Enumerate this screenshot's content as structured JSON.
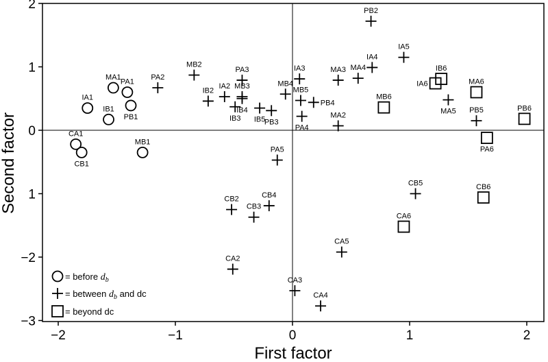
{
  "chart_data": {
    "type": "scatter",
    "xlabel": "First factor",
    "ylabel": "Second factor",
    "xlim": [
      -2.1,
      2.1
    ],
    "ylim": [
      -3.05,
      2.1
    ],
    "x_ticks": [
      -2,
      -1,
      0,
      1,
      2
    ],
    "x_tick_labels": [
      "−2",
      "−1",
      "0",
      "1",
      "2"
    ],
    "y_ticks": [
      2,
      1,
      0,
      -1,
      -2,
      -3
    ],
    "y_tick_labels": [
      "2",
      "1",
      "0",
      "1",
      "−2",
      "−3"
    ],
    "grid": false,
    "reference_lines": [
      {
        "axis": "x",
        "value": 0
      },
      {
        "axis": "y",
        "value": 0
      }
    ],
    "legend_position": "bottom-left",
    "legend": [
      {
        "marker": "circle",
        "text": "= before",
        "var": "d",
        "sub": "b",
        "tail": ""
      },
      {
        "marker": "plus",
        "text": "= between",
        "var": "d",
        "sub": "b",
        "tail": "and  dᴄ"
      },
      {
        "marker": "square",
        "text": "= beyond  dᴄ",
        "var": "",
        "sub": "",
        "tail": ""
      }
    ],
    "points": [
      {
        "label": "MA1",
        "x": -1.53,
        "y": 0.67,
        "marker": "circle",
        "pos": "above"
      },
      {
        "label": "PA1",
        "x": -1.41,
        "y": 0.6,
        "marker": "circle",
        "pos": "above"
      },
      {
        "label": "IA1",
        "x": -1.75,
        "y": 0.35,
        "marker": "circle",
        "pos": "above"
      },
      {
        "label": "PB1",
        "x": -1.38,
        "y": 0.39,
        "marker": "circle",
        "pos": "below"
      },
      {
        "label": "IB1",
        "x": -1.57,
        "y": 0.17,
        "marker": "circle",
        "pos": "above"
      },
      {
        "label": "CA1",
        "x": -1.85,
        "y": -0.22,
        "marker": "circle",
        "pos": "above"
      },
      {
        "label": "CB1",
        "x": -1.8,
        "y": -0.35,
        "marker": "circle",
        "pos": "below"
      },
      {
        "label": "MB1",
        "x": -1.28,
        "y": -0.35,
        "marker": "circle",
        "pos": "above"
      },
      {
        "label": "PA2",
        "x": -1.15,
        "y": 0.67,
        "marker": "plus",
        "pos": "above"
      },
      {
        "label": "MB2",
        "x": -0.84,
        "y": 0.87,
        "marker": "plus",
        "pos": "above"
      },
      {
        "label": "IB2",
        "x": -0.72,
        "y": 0.46,
        "marker": "plus",
        "pos": "above"
      },
      {
        "label": "IA2",
        "x": -0.58,
        "y": 0.53,
        "marker": "plus",
        "pos": "above"
      },
      {
        "label": "PA3",
        "x": -0.43,
        "y": 0.79,
        "marker": "plus",
        "pos": "above"
      },
      {
        "label": "MB3",
        "x": -0.43,
        "y": 0.53,
        "marker": "plus",
        "pos": "above"
      },
      {
        "label": "IB4",
        "x": -0.43,
        "y": 0.5,
        "marker": "plus",
        "pos": "below"
      },
      {
        "label": "IB3",
        "x": -0.49,
        "y": 0.37,
        "marker": "plus",
        "pos": "below"
      },
      {
        "label": "IB5",
        "x": -0.28,
        "y": 0.35,
        "marker": "plus",
        "pos": "below"
      },
      {
        "label": "PB3",
        "x": -0.18,
        "y": 0.31,
        "marker": "plus",
        "pos": "below"
      },
      {
        "label": "MB4",
        "x": -0.06,
        "y": 0.57,
        "marker": "plus",
        "pos": "above"
      },
      {
        "label": "IA3",
        "x": 0.06,
        "y": 0.81,
        "marker": "plus",
        "pos": "above"
      },
      {
        "label": "MB5",
        "x": 0.07,
        "y": 0.47,
        "marker": "plus",
        "pos": "above"
      },
      {
        "label": "PB4",
        "x": 0.18,
        "y": 0.44,
        "marker": "plus",
        "pos": "right"
      },
      {
        "label": "PA4",
        "x": 0.08,
        "y": 0.22,
        "marker": "plus",
        "pos": "below"
      },
      {
        "label": "MA3",
        "x": 0.39,
        "y": 0.79,
        "marker": "plus",
        "pos": "above"
      },
      {
        "label": "MA2",
        "x": 0.39,
        "y": 0.07,
        "marker": "plus",
        "pos": "above"
      },
      {
        "label": "MA4",
        "x": 0.56,
        "y": 0.82,
        "marker": "plus",
        "pos": "above"
      },
      {
        "label": "IA4",
        "x": 0.68,
        "y": 0.99,
        "marker": "plus",
        "pos": "above"
      },
      {
        "label": "PB2",
        "x": 0.67,
        "y": 1.72,
        "marker": "plus",
        "pos": "above"
      },
      {
        "label": "IA5",
        "x": 0.95,
        "y": 1.15,
        "marker": "plus",
        "pos": "above"
      },
      {
        "label": "MA5",
        "x": 1.33,
        "y": 0.48,
        "marker": "plus",
        "pos": "below"
      },
      {
        "label": "PB5",
        "x": 1.57,
        "y": 0.15,
        "marker": "plus",
        "pos": "above"
      },
      {
        "label": "PA5",
        "x": -0.13,
        "y": -0.47,
        "marker": "plus",
        "pos": "above"
      },
      {
        "label": "CB2",
        "x": -0.52,
        "y": -1.25,
        "marker": "plus",
        "pos": "above"
      },
      {
        "label": "CB3",
        "x": -0.33,
        "y": -1.37,
        "marker": "plus",
        "pos": "above"
      },
      {
        "label": "CB4",
        "x": -0.2,
        "y": -1.19,
        "marker": "plus",
        "pos": "above"
      },
      {
        "label": "CA2",
        "x": -0.51,
        "y": -2.19,
        "marker": "plus",
        "pos": "above"
      },
      {
        "label": "CA3",
        "x": 0.02,
        "y": -2.53,
        "marker": "plus",
        "pos": "above"
      },
      {
        "label": "CA4",
        "x": 0.24,
        "y": -2.77,
        "marker": "plus",
        "pos": "above"
      },
      {
        "label": "CA5",
        "x": 0.42,
        "y": -1.92,
        "marker": "plus",
        "pos": "above"
      },
      {
        "label": "CB5",
        "x": 1.05,
        "y": -1.0,
        "marker": "plus",
        "pos": "above"
      },
      {
        "label": "MB6",
        "x": 0.78,
        "y": 0.36,
        "marker": "square",
        "pos": "above"
      },
      {
        "label": "IA6",
        "x": 1.22,
        "y": 0.74,
        "marker": "square",
        "pos": "left"
      },
      {
        "label": "IB6",
        "x": 1.27,
        "y": 0.81,
        "marker": "square",
        "pos": "above"
      },
      {
        "label": "MA6",
        "x": 1.57,
        "y": 0.6,
        "marker": "square",
        "pos": "above"
      },
      {
        "label": "PB6",
        "x": 1.98,
        "y": 0.18,
        "marker": "square",
        "pos": "above"
      },
      {
        "label": "PA6",
        "x": 1.66,
        "y": -0.12,
        "marker": "square",
        "pos": "below"
      },
      {
        "label": "CB6",
        "x": 1.63,
        "y": -1.06,
        "marker": "square",
        "pos": "above"
      },
      {
        "label": "CA6",
        "x": 0.95,
        "y": -1.52,
        "marker": "square",
        "pos": "above"
      }
    ]
  }
}
